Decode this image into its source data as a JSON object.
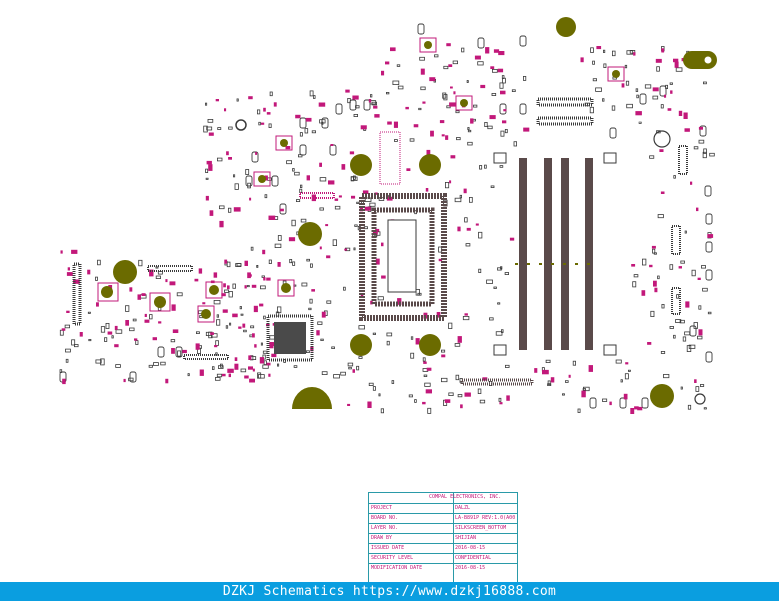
{
  "watermark": {
    "text": "DZKJ Schematics https://www.dzkj16888.com"
  },
  "colors": {
    "background": "#ffffff",
    "footer_bg": "#0a9ee0",
    "footer_text": "#ffffff",
    "pad": "#6b6b00",
    "part_outline": "#3a3a3a",
    "silk_magenta": "#c2187a",
    "chip_body": "#4a4a4a",
    "slot": "#5a4a4a",
    "title_border": "#2a9aa8"
  },
  "title_block": {
    "rows": [
      {
        "label": "COMPAL ELECTRONICS, INC.",
        "value": ""
      },
      {
        "label": "PROJECT",
        "value": "DALZL"
      },
      {
        "label": "BOARD NO.",
        "value": "LA-B891P  REV:1.0(A00)"
      },
      {
        "label": "LAYER NO.",
        "value": "SILKSCREEN_BOTTOM"
      },
      {
        "label": "DRAW BY",
        "value": "SHIJIAN"
      },
      {
        "label": "ISSUED DATE",
        "value": "2016-08-15"
      },
      {
        "label": "SECURITY LEVEL",
        "value": "CONFIDENTIAL"
      },
      {
        "label": "MODIFICATION DATE",
        "value": "2016-08-15"
      }
    ]
  }
}
